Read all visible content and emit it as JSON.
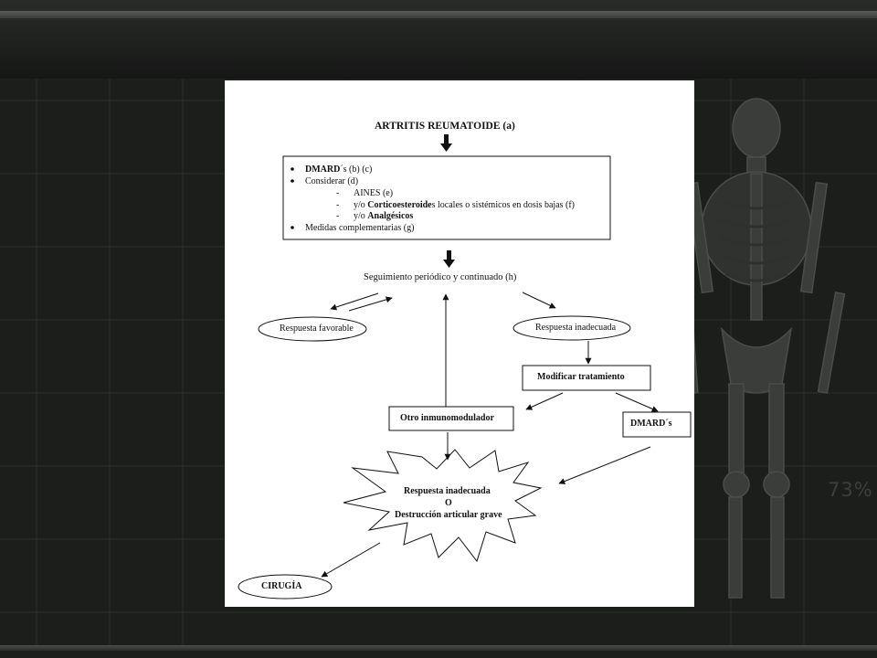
{
  "background": {
    "percent_label": "73%"
  },
  "diagram": {
    "title": "ARTRITIS REUMATOIDE (a)",
    "box": {
      "dmards_bold": "DMARD",
      "dmards_rest": "´s (b) (c)",
      "considerar": "Considerar (d)",
      "aines": "AINES (e)",
      "cortico_pre": "y/o ",
      "cortico_bold": "Corticoesteroide",
      "cortico_rest": "s locales o sistémicos en dosis bajas (f)",
      "analg_pre": "y/o ",
      "analg_bold": "Analgésicos",
      "medidas": "Medidas complementarias (g)"
    },
    "seguimiento": "Seguimiento periódico y continuado (h)",
    "favorable": "Respuesta favorable",
    "inadecuada": "Respuesta inadecuada",
    "modificar": "Modificar tratamiento",
    "otro": "Otro inmunomodulador",
    "dmards_node": "DMARD´s",
    "burst_line1": "Respuesta inadecuada",
    "burst_line2": "O",
    "burst_line3": "Destrucción articular grave",
    "cirugia": "CIRUGÍA"
  }
}
